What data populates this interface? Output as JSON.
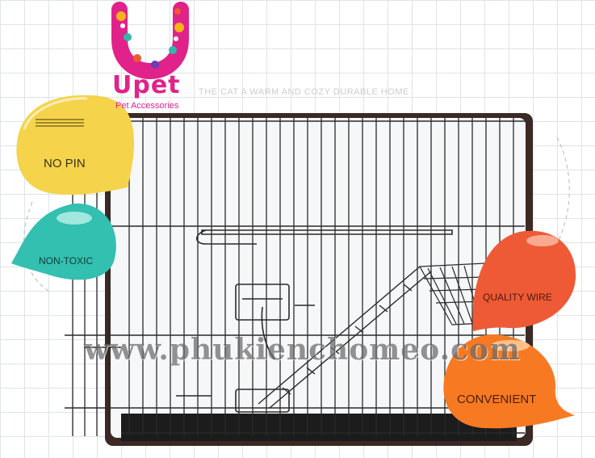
{
  "logo": {
    "name": "Upet",
    "tagline": "Pet Accessories"
  },
  "caption": "THE CAT A WARM AND COZY DURABLE HOME",
  "features": {
    "no_pin": "NO PIN",
    "non_toxic": "NON-TOXIC",
    "quality_wire": "QUALITY WIRE",
    "convenient": "CONVENIENT"
  },
  "watermark": "www.phukienchomeo.com",
  "colors": {
    "brand_pink": "#e0228a",
    "bubble_yellow": "#f5d34a",
    "bubble_teal": "#33c0b0",
    "bubble_red": "#ee5a36",
    "bubble_orange": "#f77a22",
    "cage_wire": "#2a2a2a"
  }
}
